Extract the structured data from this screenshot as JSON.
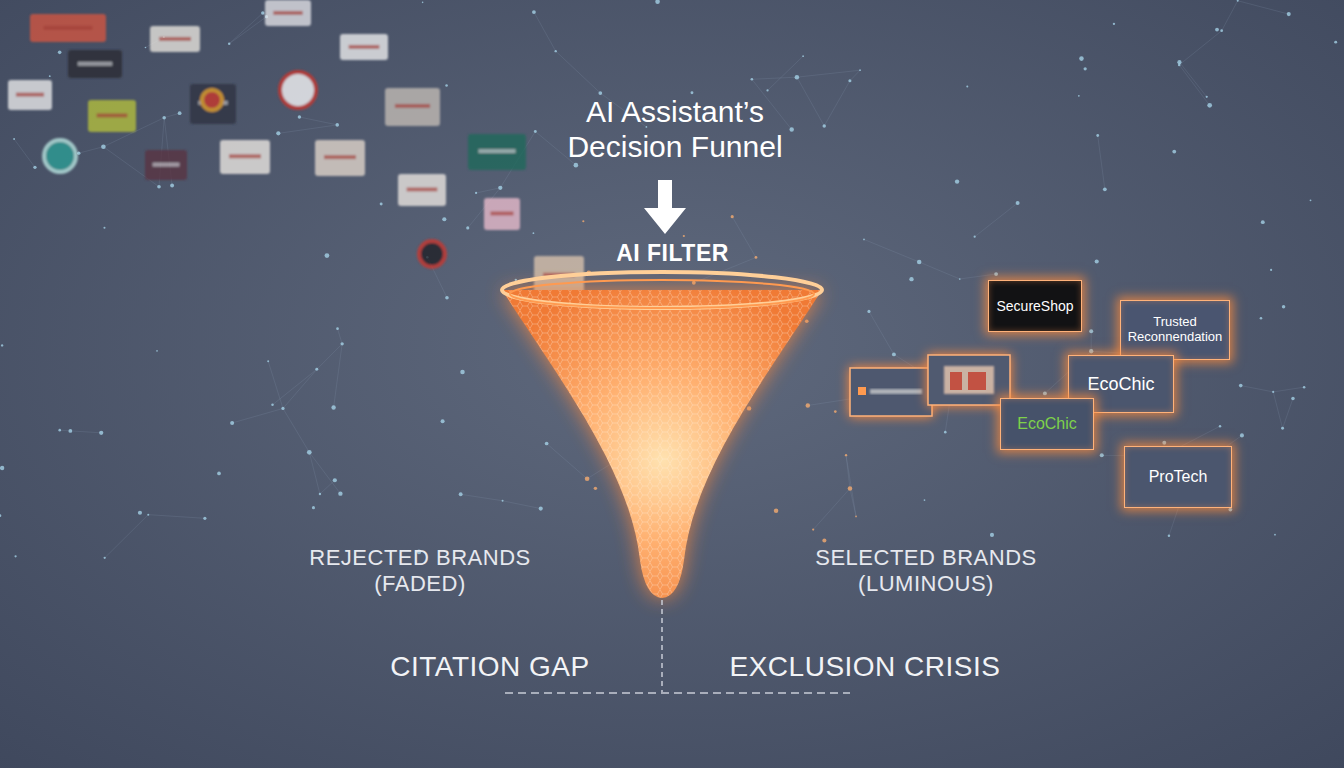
{
  "diagram": {
    "title": "AI Assistant’s Decision Funnel",
    "nodes": [
      {
        "text": [
          "SecureShop"
        ]
      },
      {
        "text": [
          "Trusted Reconnendation"
        ]
      },
      {
        "text": [
          "EcoChic"
        ]
      },
      {
        "text": [
          "EcoChic"
        ]
      },
      {
        "text": [
          "ProTech"
        ]
      }
    ],
    "labels": [
      "AI FILTER",
      "REJECTED BRANDS (FADED)",
      "SELECTED BRANDS (LUMINOUS)",
      "CITATION GAP",
      "EXCLUSION CRISIS"
    ]
  }
}
